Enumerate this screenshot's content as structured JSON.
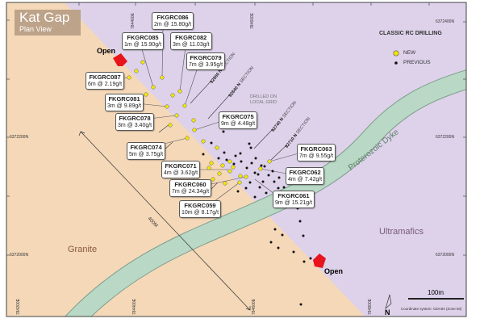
{
  "title": {
    "name": "Kat Gap",
    "subtitle": "Plan View"
  },
  "legend": {
    "title": "CLASSIC RC DRILLING",
    "new": "NEW",
    "previous": "PREVIOUS",
    "new_color": "#f2e600",
    "previous_color": "#111111"
  },
  "colors": {
    "granite": "#f4d8b8",
    "ultramafics": "#ddd2ea",
    "dyke": "#b9d9c6",
    "open_arrow": "#e8141b"
  },
  "units": {
    "granite": "Granite",
    "ultramafics": "Ultramafics",
    "dyke": "Proterozoic Dyke"
  },
  "open_labels": [
    "Open",
    "Open"
  ],
  "annotations": {
    "local_grid": [
      "DRILLED ON",
      "LOCAL GRID"
    ],
    "distance": "400M"
  },
  "sections": [
    {
      "id": "92860 N",
      "word": "SECTION"
    },
    {
      "id": "92840 N",
      "word": "SECTION"
    },
    {
      "id": "92740 N",
      "word": "SECTION"
    },
    {
      "id": "92710 N",
      "word": "SECTION"
    }
  ],
  "holes": [
    {
      "id": "FKGRC086",
      "result": "2m @ 15.80g/t"
    },
    {
      "id": "FKGRC085",
      "result": "1m @ 15.90g/t"
    },
    {
      "id": "FKGRC082",
      "result": "3m @ 11.03g/t"
    },
    {
      "id": "FKGRC079",
      "result": "7m @ 3.95g/t"
    },
    {
      "id": "FKGRC087",
      "result": "6m @ 2.19g/t"
    },
    {
      "id": "FKGRC081",
      "result": "3m @ 9.89g/t"
    },
    {
      "id": "FKGRC078",
      "result": "3m @ 3.40g/t"
    },
    {
      "id": "FKGRC075",
      "result": "9m @ 4.48g/t"
    },
    {
      "id": "FKGRC074",
      "result": "5m @ 3.75g/t"
    },
    {
      "id": "FKGRC063",
      "result": "7m @ 9.55g/t"
    },
    {
      "id": "FKGRC071",
      "result": "4m @ 3.62g/t"
    },
    {
      "id": "FKGRC062",
      "result": "4m @ 7.42g/t"
    },
    {
      "id": "FKGRC060",
      "result": "7m @ 24.34g/t"
    },
    {
      "id": "FKGRC061",
      "result": "9m @ 15.21g/t"
    },
    {
      "id": "FKGRC059",
      "result": "10m @ 8.17g/t"
    }
  ],
  "grid": {
    "top": [
      "784400E",
      "784600E"
    ],
    "bottom": [
      "784200E",
      "784400E",
      "784600E",
      "784800E"
    ],
    "right": [
      "6372400N",
      "6372200N",
      "6372000N"
    ],
    "left": [
      "6372200N",
      "6372000N"
    ]
  },
  "scale": {
    "label": "100m",
    "north": "N",
    "coord_system": "Coordinate system: GDA94 (Zone 50)"
  }
}
